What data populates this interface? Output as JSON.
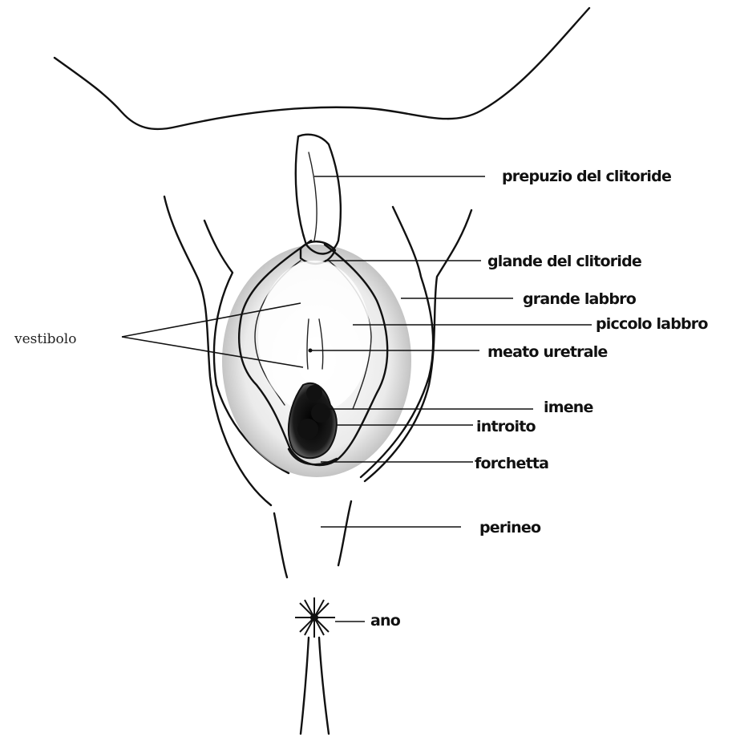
{
  "labels": {
    "prepuzio": "prepuzio del clitoride",
    "glande": "glande del clitoride",
    "grande_labbro": "grande labbro",
    "piccolo_labbro": "piccolo labbro",
    "meato": "meato uretrale",
    "imene": "imene",
    "introito": "introito",
    "forchetta": "forchetta",
    "perineo": "perineo",
    "ano": "ano",
    "vestibolo": "vestibolo"
  }
}
